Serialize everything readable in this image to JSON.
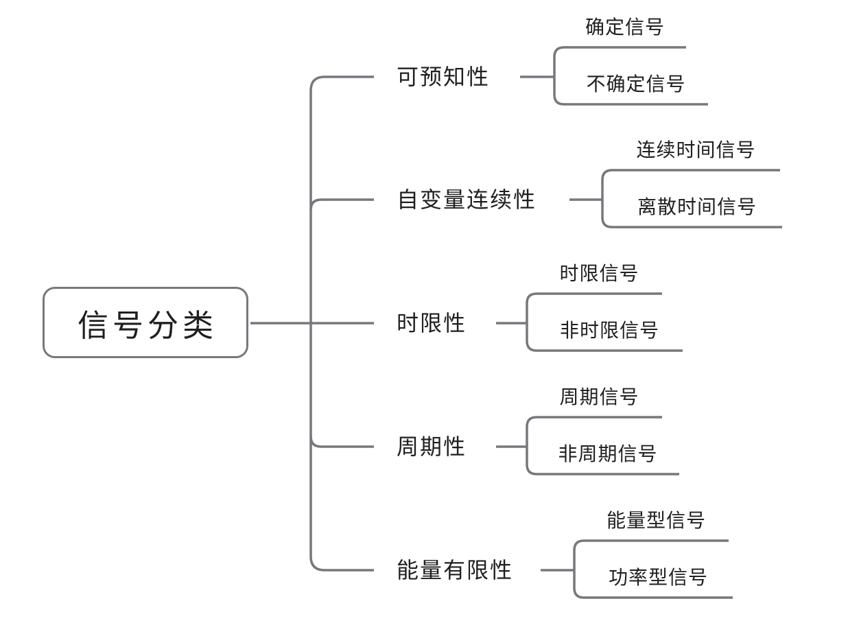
{
  "diagram": {
    "type": "mindmap",
    "root": {
      "label": "信号分类"
    },
    "branches": [
      {
        "label": "可预知性",
        "children": [
          "确定信号",
          "不确定信号"
        ]
      },
      {
        "label": "自变量连续性",
        "children": [
          "连续时间信号",
          "离散时间信号"
        ]
      },
      {
        "label": "时限性",
        "children": [
          "时限信号",
          "非时限信号"
        ]
      },
      {
        "label": "周期性",
        "children": [
          "周期信号",
          "非周期信号"
        ]
      },
      {
        "label": "能量有限性",
        "children": [
          "能量型信号",
          "功率型信号"
        ]
      }
    ],
    "colors": {
      "line": "#77777d",
      "text": "#1f1f1f",
      "background": "#ffffff"
    }
  }
}
